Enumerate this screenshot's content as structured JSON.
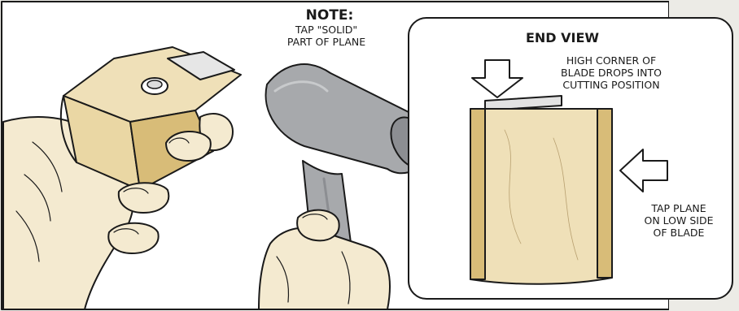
{
  "note": {
    "title": "NOTE:",
    "body": "TAP \"SOLID\"\nPART OF PLANE"
  },
  "end_view": {
    "title": "END VIEW",
    "blade_note": "HIGH CORNER OF\nBLADE DROPS INTO\nCUTTING POSITION",
    "tap_note": "TAP PLANE\nON LOW SIDE\nOF BLADE"
  },
  "colors": {
    "background": "#ecebe6",
    "panel": "#ffffff",
    "outline": "#1a1a1a",
    "wood_light": "#efe0b8",
    "wood_dark": "#d8bc78",
    "skin": "#f4ead0",
    "mallet": "#a7a9ac",
    "mallet_shadow": "#8c8e92"
  },
  "icons": [
    "down-arrow-icon",
    "left-arrow-icon"
  ]
}
